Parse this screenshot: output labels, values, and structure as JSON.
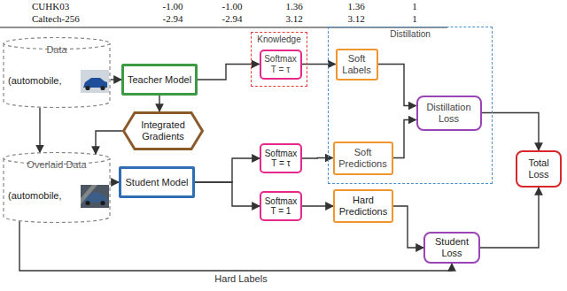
{
  "diagram": {
    "nodes": [
      {
        "text": [
          "Data",
          "(automobile,"
        ]
      },
      {
        "text": [
          "Teacher Model"
        ]
      },
      {
        "text": [
          "Knowledge"
        ]
      },
      {
        "text": [
          "Softmax T = τ"
        ],
        "in": 2
      },
      {
        "text": [
          "Distillation"
        ]
      },
      {
        "text": [
          "Soft Labels"
        ],
        "in": 4
      },
      {
        "text": [
          "Distillation Loss"
        ],
        "in": 4
      },
      {
        "text": [
          "Soft Predictions"
        ],
        "in": 4
      },
      {
        "text": [
          "Integrated Gradients"
        ]
      },
      {
        "text": [
          "Softmax T = τ"
        ]
      },
      {
        "text": [
          "Total Loss"
        ]
      },
      {
        "text": [
          "Overlaid Data",
          "(automobile,"
        ]
      },
      {
        "text": [
          "Student Model"
        ]
      },
      {
        "text": [
          "Softmax T = 1"
        ]
      },
      {
        "text": [
          "Hard Predictions"
        ]
      },
      {
        "text": [
          "Student Loss"
        ]
      }
    ],
    "edges": [
      {
        "from": 0,
        "to": 1,
        "arrow": "to"
      },
      {
        "from": 1,
        "to": 8,
        "arrow": "to"
      },
      {
        "from": 8,
        "to": 11,
        "arrow": "to"
      },
      {
        "from": 0,
        "to": 11,
        "arrow": "to"
      },
      {
        "from": 11,
        "to": 12,
        "arrow": "to"
      },
      {
        "from": 1,
        "to": 3,
        "arrow": "to"
      },
      {
        "from": 12,
        "to": 9,
        "arrow": "to"
      },
      {
        "from": 12,
        "to": 13,
        "arrow": "to"
      },
      {
        "from": 3,
        "to": 5,
        "arrow": "to"
      },
      {
        "from": 9,
        "to": 7,
        "arrow": "to"
      },
      {
        "from": 13,
        "to": 14,
        "arrow": "to"
      },
      {
        "from": 5,
        "to": 6,
        "arrow": "to"
      },
      {
        "from": 7,
        "to": 6,
        "arrow": "to"
      },
      {
        "from": 6,
        "to": 10,
        "arrow": "to"
      },
      {
        "from": 14,
        "to": 15,
        "arrow": "to"
      },
      {
        "from": 15,
        "to": 10,
        "arrow": "to"
      },
      {
        "from": 11,
        "to": 15,
        "label": "Hard Labels",
        "arrow": "to"
      }
    ],
    "labels": [
      "CUHK03",
      "-1.00",
      "-1.00",
      "1.36",
      "1.36",
      "1",
      "Caltech-256",
      "-2.94",
      "-2.94",
      "3.12",
      "3.12",
      "1"
    ]
  }
}
